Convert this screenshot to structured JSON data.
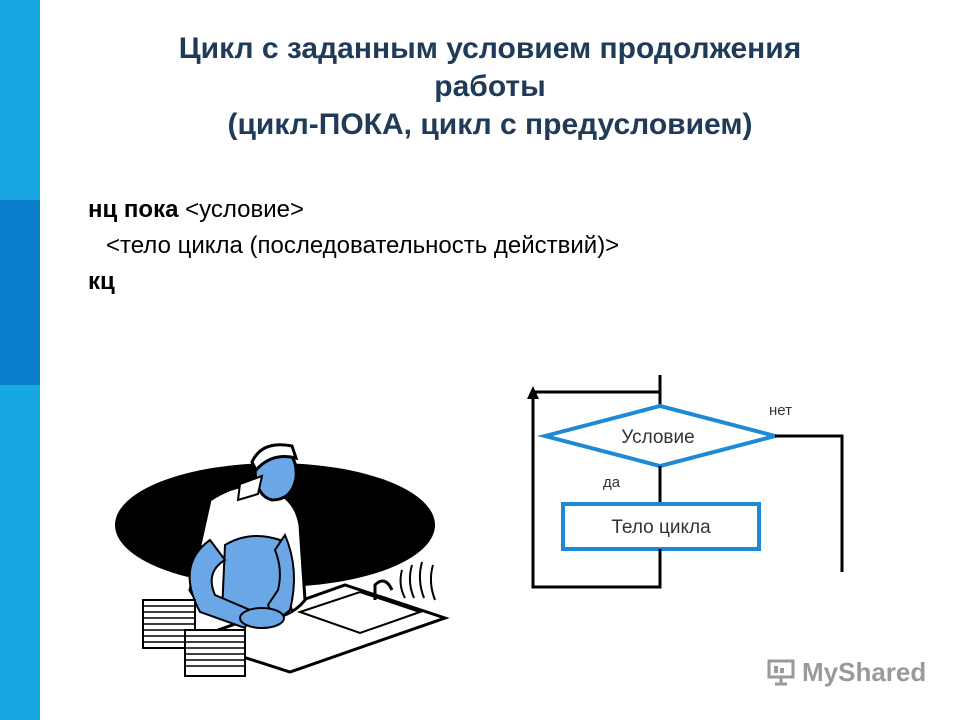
{
  "slide": {
    "title_line1": "Цикл с заданным условием продолжения",
    "title_line2": "работы",
    "title_line3": "(цикл-ПОКА, цикл с предусловием)"
  },
  "code": {
    "kw_start": "нц пока",
    "condition": "<условие>",
    "body": "<тело цикла (последовательность действий)>",
    "kw_end": "кц"
  },
  "flowchart": {
    "condition_label": "Условие",
    "body_label": "Тело цикла",
    "yes_label": "да",
    "no_label": "нет"
  },
  "watermark": {
    "text": "MyShared"
  },
  "colors": {
    "side_strip_light": "#17a8e3",
    "side_strip_dark": "#0b7fcb",
    "title": "#1f3b57",
    "flow_accent": "#1e8ad6",
    "illustration_blue": "#6ba7e6"
  }
}
